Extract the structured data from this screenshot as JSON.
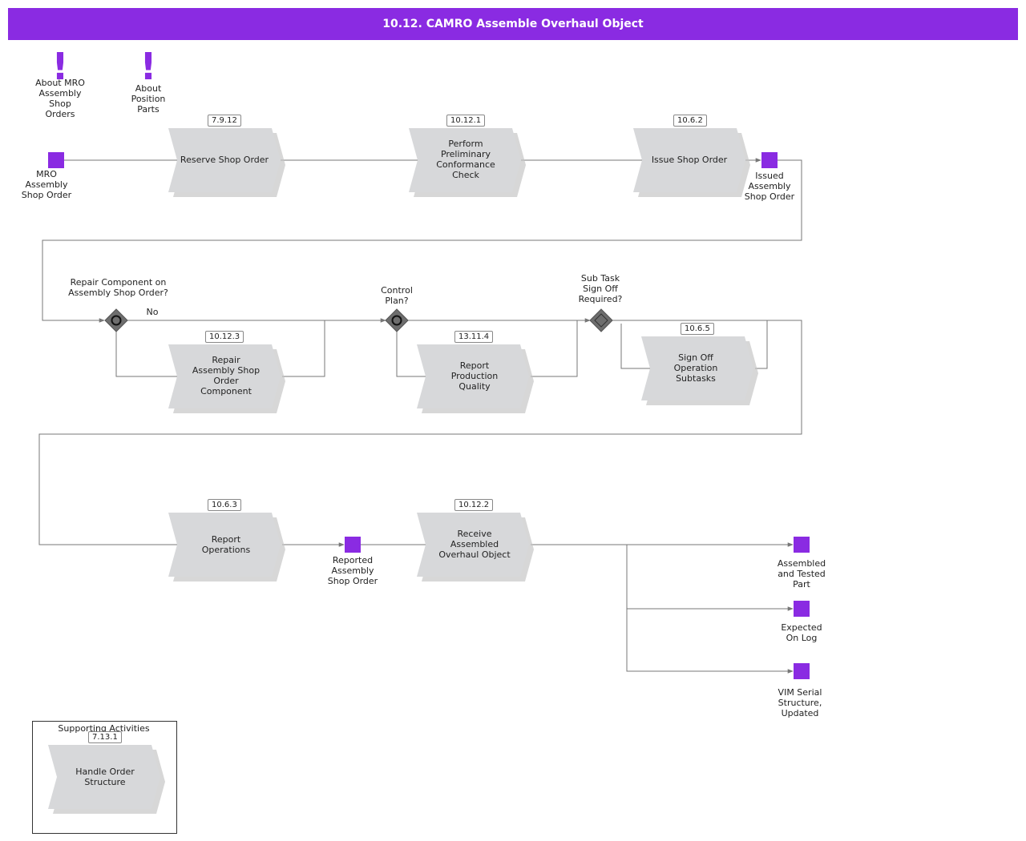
{
  "title": "10.12. CAMRO Assemble Overhaul Object",
  "colors": {
    "accent": "#8a2be2",
    "activity_fill": "#d7d8da",
    "gateway_fill": "#6e6e6e",
    "line": "#777777"
  },
  "notes": [
    {
      "icon": "exclamation-icon",
      "label": "About MRO\nAssembly\nShop\nOrders"
    },
    {
      "icon": "exclamation-icon",
      "label": "About\nPosition\nParts"
    }
  ],
  "activities": [
    {
      "ref": "7.9.12",
      "label": "Reserve Shop Order"
    },
    {
      "ref": "10.12.1",
      "label": "Perform\nPreliminary\nConformance\nCheck"
    },
    {
      "ref": "10.6.2",
      "label": "Issue Shop Order"
    },
    {
      "ref": "10.12.3",
      "label": "Repair\nAssembly Shop\nOrder\nComponent"
    },
    {
      "ref": "13.11.4",
      "label": "Report\nProduction\nQuality"
    },
    {
      "ref": "10.6.5",
      "label": "Sign Off\nOperation\nSubtasks"
    },
    {
      "ref": "10.6.3",
      "label": "Report\nOperations"
    },
    {
      "ref": "10.12.2",
      "label": "Receive\nAssembled\nOverhaul Object"
    }
  ],
  "events": [
    {
      "label": "MRO\nAssembly\nShop Order"
    },
    {
      "label": "Issued\nAssembly\nShop Order"
    },
    {
      "label": "Reported\nAssembly\nShop Order"
    },
    {
      "label": "Assembled\nand Tested\nPart"
    },
    {
      "label": "Expected\nOn Log"
    },
    {
      "label": "VIM Serial\nStructure,\nUpdated"
    }
  ],
  "gateways": [
    {
      "label": "Repair Component on\nAssembly Shop Order?",
      "branch_label": "No"
    },
    {
      "label": "Control\nPlan?"
    },
    {
      "label": "Sub Task\nSign Off\nRequired?"
    }
  ],
  "supporting": {
    "title": "Supporting Activities",
    "activity": {
      "ref": "7.13.1",
      "label": "Handle Order\nStructure"
    }
  }
}
